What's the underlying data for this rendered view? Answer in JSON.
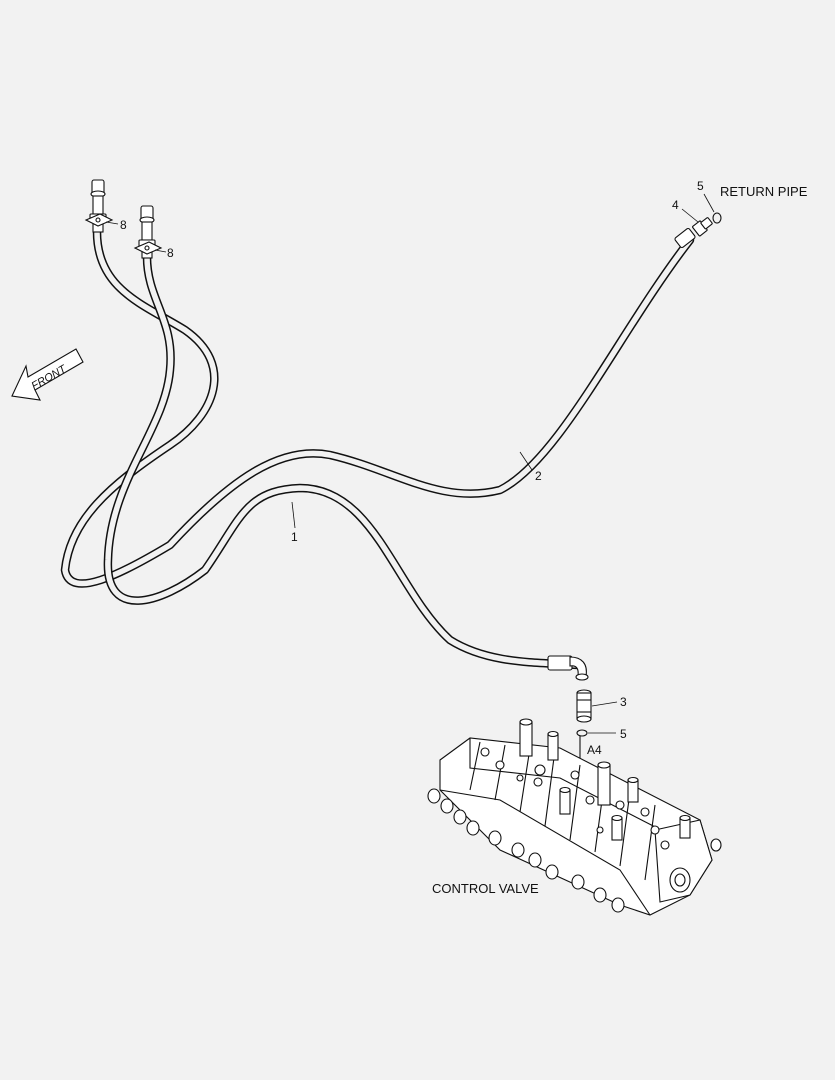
{
  "labels": {
    "return_pipe": "RETURN PIPE",
    "control_valve": "CONTROL VALVE",
    "front_arrow": "FRONT",
    "port": "A4"
  },
  "callouts": {
    "hose_1": "1",
    "hose_2": "2",
    "adapter_3": "3",
    "adapter_4": "4",
    "oring_5_top": "5",
    "oring_5_bottom": "5",
    "clamp_8_left": "8",
    "clamp_8_right": "8"
  }
}
